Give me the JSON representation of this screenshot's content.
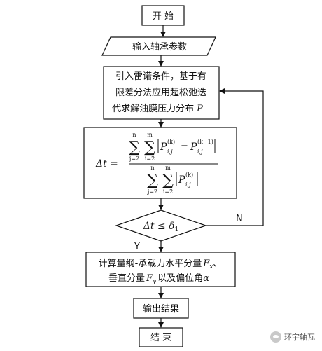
{
  "nodes": {
    "start": "开  始",
    "input": "输入轴承参数",
    "solve": {
      "line1": "引入雷诺条件，基于有",
      "line2": "限差分法应用超松弛迭",
      "line3": "代求解油膜压力分布",
      "var": "P"
    },
    "formula": {
      "lhs": "Δt =",
      "sum_upper": "n",
      "sum_upper2": "m",
      "sum_lower1": "j=2",
      "sum_lower2": "i=2",
      "P": "P",
      "sub": "i,j",
      "sup_k": "(k)",
      "sup_k1": "(k−1)",
      "minus": "−"
    },
    "decision": {
      "lhs": "Δt ≤ δ",
      "sub": "1"
    },
    "compute": {
      "line1_a": "计算量纲-承载力水平分量",
      "line1_var": "F",
      "line1_sub": "x",
      "line1_end": "、",
      "line2_a": "垂直分量",
      "line2_var": "F",
      "line2_sub": "y",
      "line2_b": "以及偏位角",
      "line2_var2": "α"
    },
    "output": "输出结果",
    "end": "结  束"
  },
  "branches": {
    "no": "N",
    "yes": "Y"
  },
  "watermark": "环宇轴瓦"
}
